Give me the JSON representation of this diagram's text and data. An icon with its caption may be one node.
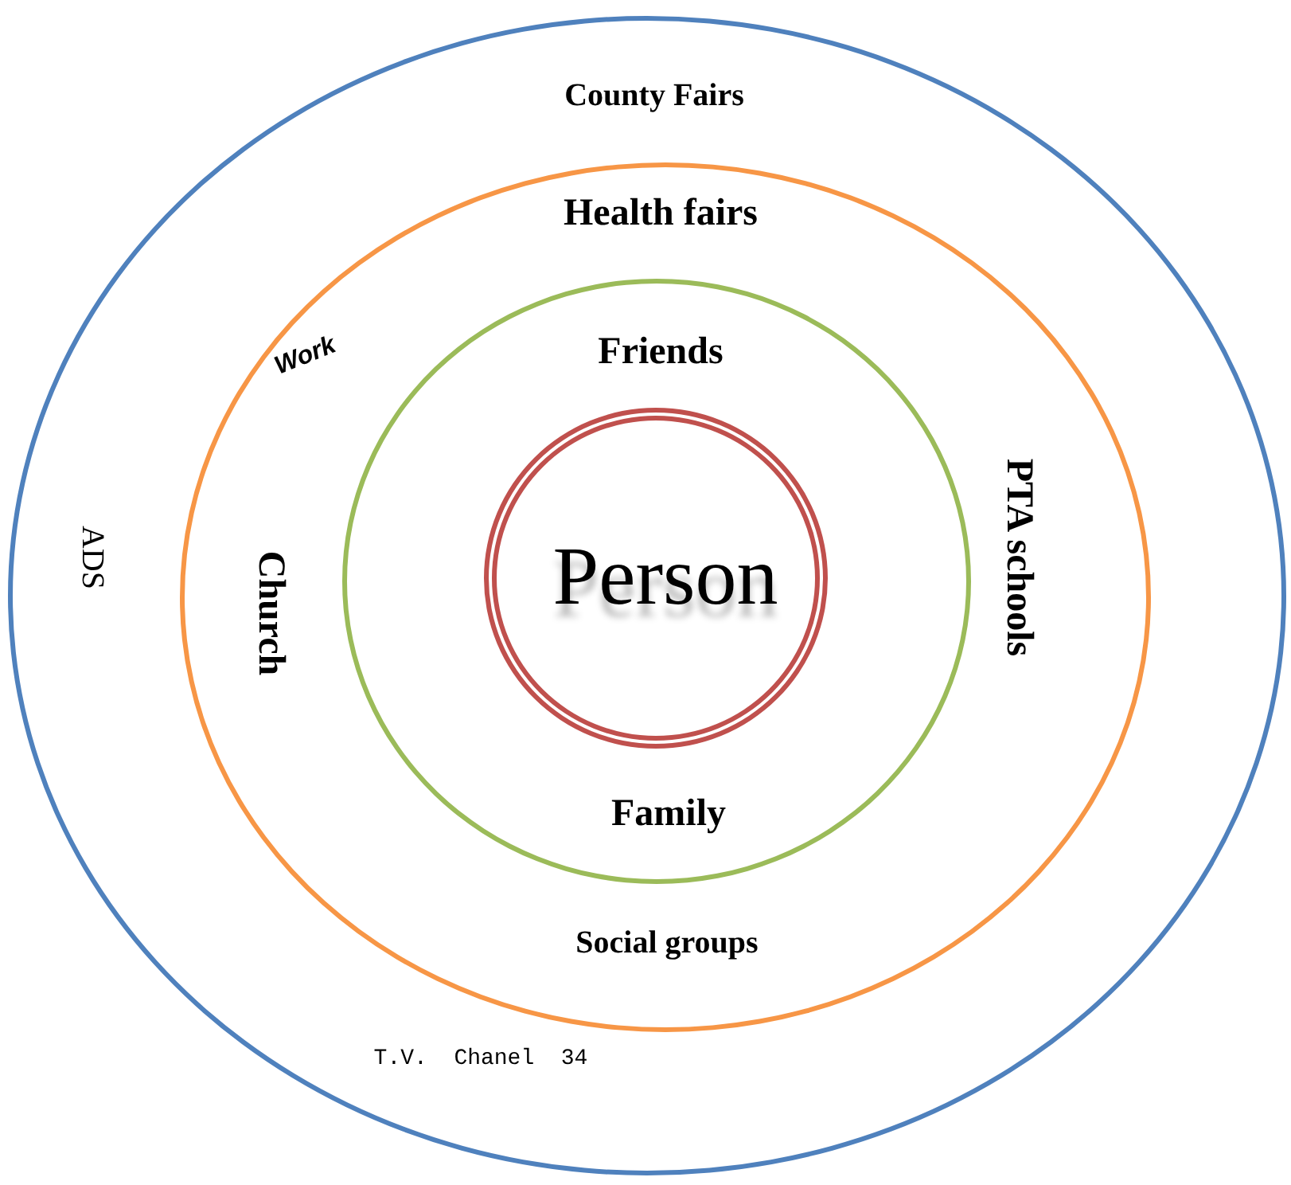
{
  "diagram": {
    "nodes": [
      {
        "text": [
          "County Fairs",
          "ADS",
          "T.V.  Chanel  34"
        ]
      },
      {
        "text": [
          "Health fairs",
          "Work",
          "Church",
          "PTA schools",
          "Social groups"
        ],
        "in": 0
      },
      {
        "text": [
          "Friends",
          "Family"
        ],
        "in": 1
      },
      {
        "text": [
          "Person"
        ],
        "in": 2
      }
    ]
  }
}
